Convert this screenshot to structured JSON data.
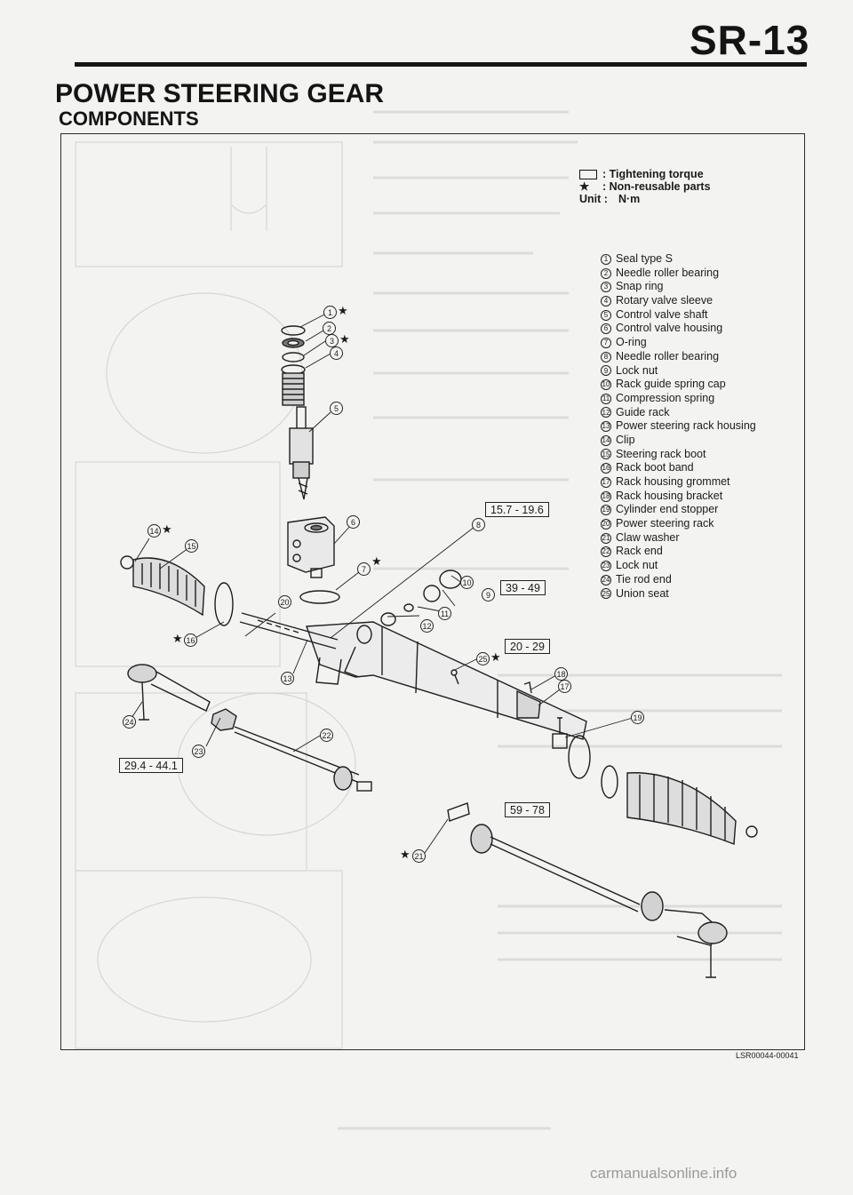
{
  "header": {
    "page_code": "SR-13"
  },
  "section": {
    "title": "POWER STEERING GEAR",
    "subtitle": "COMPONENTS"
  },
  "legend": {
    "torque_label": ": Tightening torque",
    "star_symbol": "★",
    "nonreusable_label": ": Non-reusable parts",
    "unit_label": "Unit :",
    "unit_value": "N·m"
  },
  "parts": [
    {
      "num": "1",
      "name": "Seal type S"
    },
    {
      "num": "2",
      "name": "Needle roller bearing"
    },
    {
      "num": "3",
      "name": "Snap ring"
    },
    {
      "num": "4",
      "name": "Rotary valve sleeve"
    },
    {
      "num": "5",
      "name": "Control valve shaft"
    },
    {
      "num": "6",
      "name": "Control valve housing"
    },
    {
      "num": "7",
      "name": "O-ring"
    },
    {
      "num": "8",
      "name": "Needle roller bearing"
    },
    {
      "num": "9",
      "name": "Lock nut"
    },
    {
      "num": "10",
      "name": "Rack guide spring cap"
    },
    {
      "num": "11",
      "name": "Compression spring"
    },
    {
      "num": "12",
      "name": "Guide rack"
    },
    {
      "num": "13",
      "name": "Power steering rack housing"
    },
    {
      "num": "14",
      "name": "Clip"
    },
    {
      "num": "15",
      "name": "Steering rack boot"
    },
    {
      "num": "16",
      "name": "Rack boot band"
    },
    {
      "num": "17",
      "name": "Rack housing grommet"
    },
    {
      "num": "18",
      "name": "Rack housing bracket"
    },
    {
      "num": "19",
      "name": "Cylinder end stopper"
    },
    {
      "num": "20",
      "name": "Power steering rack"
    },
    {
      "num": "21",
      "name": "Claw washer"
    },
    {
      "num": "22",
      "name": "Rack end"
    },
    {
      "num": "23",
      "name": "Lock nut"
    },
    {
      "num": "24",
      "name": "Tie rod end"
    },
    {
      "num": "25",
      "name": "Union seat"
    }
  ],
  "torques": {
    "t1": "15.7 - 19.6",
    "t2": "39 - 49",
    "t3": "20 - 29",
    "t4": "29.4 - 44.1",
    "t5": "59 - 78"
  },
  "callouts": {
    "c1": "1",
    "c2": "2",
    "c3": "3",
    "c4": "4",
    "c5": "5",
    "c6": "6",
    "c7": "7",
    "c8": "8",
    "c9": "9",
    "c10": "10",
    "c11": "11",
    "c12": "12",
    "c13": "13",
    "c14": "14",
    "c15": "15",
    "c16": "16",
    "c17": "17",
    "c18": "18",
    "c19": "19",
    "c20": "20",
    "c21": "21",
    "c22": "22",
    "c23": "23",
    "c24": "24",
    "c25": "25"
  },
  "figure_id": "LSR00044-00041",
  "watermark": "carmanualsonline.info"
}
